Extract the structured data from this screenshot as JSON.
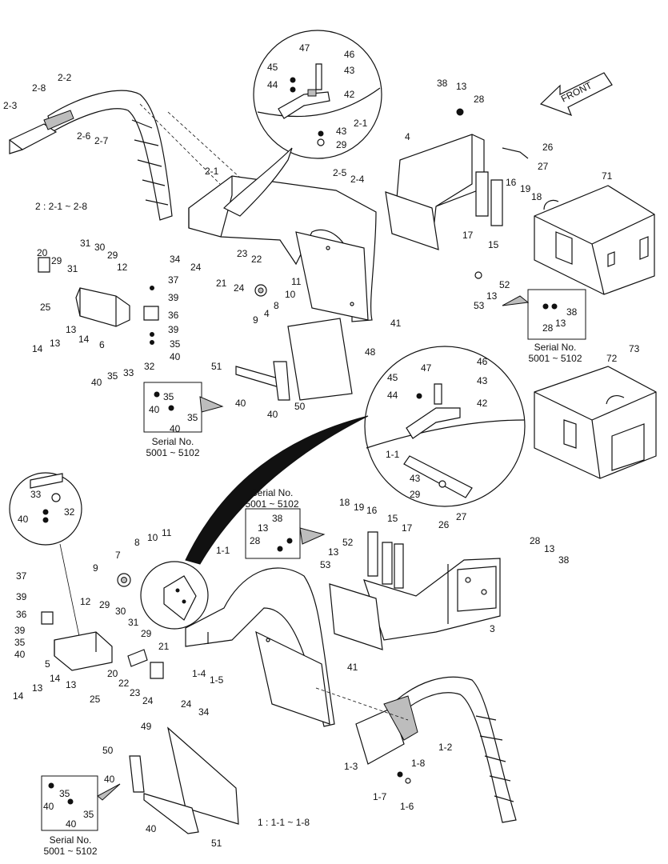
{
  "front_label": "FRONT",
  "legend_upper": "2 : 2-1 ~ 2-8",
  "legend_lower": "1 : 1-1 ~ 1-8",
  "serial_line1": "Serial No.",
  "serial_line2": "5001 ~ 5102",
  "labels": {
    "u_2_3": "2-3",
    "u_2_8": "2-8",
    "u_2_2": "2-2",
    "u_2_6": "2-6",
    "u_2_7": "2-7",
    "u_2_1a": "2-1",
    "u_2_5": "2-5",
    "u_2_4": "2-4",
    "u_2_1b": "2-1",
    "u_47": "47",
    "u_46": "46",
    "u_45": "45",
    "u_43a": "43",
    "u_44": "44",
    "u_42": "42",
    "u_43b": "43",
    "u_29a": "29",
    "u_38": "38",
    "u_13a": "13",
    "u_28": "28",
    "u_4": "4",
    "u_26": "26",
    "u_27": "27",
    "u_71": "71",
    "u_16": "16",
    "u_19": "19",
    "u_18": "18",
    "u_17": "17",
    "u_15": "15",
    "u_52": "52",
    "u_13b": "13",
    "u_53": "53",
    "u_38b": "38",
    "u_28b": "28",
    "u_13c": "13",
    "u_20": "20",
    "u_31a": "31",
    "u_30": "30",
    "u_29b": "29",
    "u_29c": "29",
    "u_31b": "31",
    "u_12": "12",
    "u_25": "25",
    "u_37": "37",
    "u_39a": "39",
    "u_36": "36",
    "u_39b": "39",
    "u_35a": "35",
    "u_40a": "40",
    "u_13d": "13",
    "u_14a": "14",
    "u_14b": "14",
    "u_13e": "13",
    "u_6": "6",
    "u_40b": "40",
    "u_35b": "35",
    "u_33": "33",
    "u_32": "32",
    "u_34": "34",
    "u_24a": "24",
    "u_21": "21",
    "u_24b": "24",
    "u_23": "23",
    "u_22": "22",
    "u_11": "11",
    "u_10": "10",
    "u_8": "8",
    "u_9": "9",
    "u_4b": "4",
    "u_41a": "41",
    "u_48": "48",
    "u_51": "51",
    "u_40c": "40",
    "u_40d": "40",
    "u_50": "50",
    "s1_35a": "35",
    "s1_40a": "40",
    "s1_35b": "35",
    "s1_40b": "40",
    "u_72": "72",
    "u_73": "73",
    "c2_47": "47",
    "c2_46": "46",
    "c2_45": "45",
    "c2_43": "43",
    "c2_44": "44",
    "c2_42": "42",
    "c2_1_1": "1-1",
    "c2_43b": "43",
    "c2_29": "29",
    "l_33": "33",
    "l_35": "35b",
    "l_40": "40",
    "l_32": "32",
    "l_18": "18",
    "l_19": "19",
    "l_16": "16",
    "l_15": "15",
    "l_17": "17",
    "s2_38": "38",
    "s2_13": "13",
    "s2_28": "28",
    "l_52": "52",
    "l_13a": "13",
    "l_53": "53",
    "l_27": "27",
    "l_26": "26",
    "l_28": "28",
    "l_13b": "13",
    "l_38": "38",
    "l_3": "3",
    "l_8": "8",
    "l_10": "10",
    "l_11": "11",
    "l_9": "9",
    "l_7": "7",
    "l_1_1": "1-1",
    "l_37": "37",
    "l_39a": "39",
    "l_12": "12",
    "l_29a": "29",
    "l_30": "30",
    "l_36": "36",
    "l_39b": "39",
    "l_40a": "40",
    "l_31": "31",
    "l_29b": "29",
    "l_5": "5",
    "l_13c": "13",
    "l_14a": "14",
    "l_13d": "13",
    "l_20": "20",
    "l_22": "22",
    "l_21": "21",
    "l_23": "23",
    "l_24a": "24",
    "l_14b": "14",
    "l_25": "25",
    "l_1_4": "1-4",
    "l_1_5": "1-5",
    "l_24b": "24",
    "l_34": "34",
    "l_41": "41",
    "l_1_3": "1-3",
    "l_1_8": "1-8",
    "l_1_2": "1-2",
    "l_1_7": "1-7",
    "l_1_6": "1-6",
    "l_49": "49",
    "l_50": "50",
    "l_40b": "40",
    "l_40c": "40",
    "l_51": "51",
    "s3_35a": "35",
    "s3_40a": "40",
    "s3_35b": "35",
    "s3_40b": "40"
  }
}
